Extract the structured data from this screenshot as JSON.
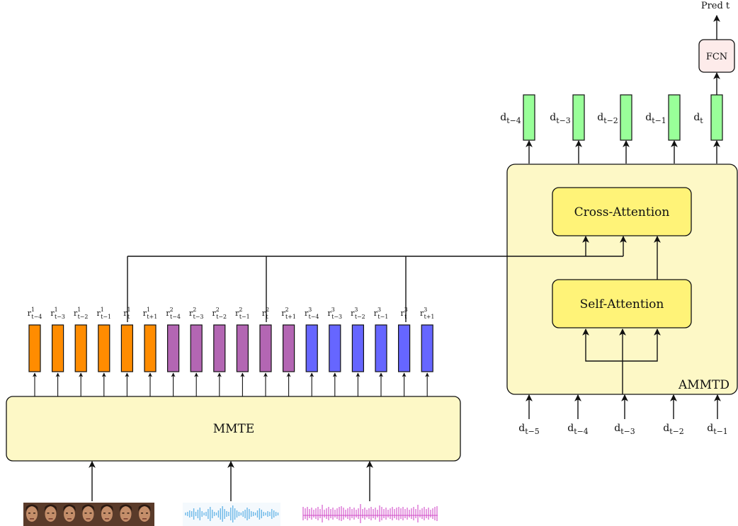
{
  "colors": {
    "orange": "#ff8c00",
    "purple": "#b366b3",
    "blue": "#6666ff",
    "green": "#99ff99",
    "panel_fill": "#fdf8c6",
    "attention_fill": "#fff378",
    "fcn_fill": "#fdebea",
    "audio_wave": "#6ab7e8",
    "other_wave": "#d04cc8",
    "face_strip": "#5a3b2a"
  },
  "icons": {
    "video": "video-frames-icon",
    "audio": "audio-waveform-icon",
    "third_modality": "signal-waveform-icon"
  },
  "mmte": {
    "label": "MMTE"
  },
  "ammtd": {
    "label": "AMMTD",
    "self_attention_label": "Self-Attention",
    "cross_attention_label": "Cross-Attention"
  },
  "fcn": {
    "label": "FCN"
  },
  "prediction": {
    "label": "Pred t"
  },
  "representations": [
    {
      "base": "r",
      "sup": "1",
      "sub": "t−4",
      "modality": 1,
      "selected": false
    },
    {
      "base": "r",
      "sup": "1",
      "sub": "t−3",
      "modality": 1,
      "selected": false
    },
    {
      "base": "r",
      "sup": "1",
      "sub": "t−2",
      "modality": 1,
      "selected": false
    },
    {
      "base": "r",
      "sup": "1",
      "sub": "t−1",
      "modality": 1,
      "selected": false
    },
    {
      "base": "r",
      "sup": "1",
      "sub": "t",
      "modality": 1,
      "selected": true
    },
    {
      "base": "r",
      "sup": "1",
      "sub": "t+1",
      "modality": 1,
      "selected": false
    },
    {
      "base": "r",
      "sup": "2",
      "sub": "t−4",
      "modality": 2,
      "selected": false
    },
    {
      "base": "r",
      "sup": "2",
      "sub": "t−3",
      "modality": 2,
      "selected": false
    },
    {
      "base": "r",
      "sup": "2",
      "sub": "t−2",
      "modality": 2,
      "selected": false
    },
    {
      "base": "r",
      "sup": "2",
      "sub": "t−1",
      "modality": 2,
      "selected": false
    },
    {
      "base": "r",
      "sup": "2",
      "sub": "t",
      "modality": 2,
      "selected": true
    },
    {
      "base": "r",
      "sup": "2",
      "sub": "t+1",
      "modality": 2,
      "selected": false
    },
    {
      "base": "r",
      "sup": "3",
      "sub": "t−4",
      "modality": 3,
      "selected": false
    },
    {
      "base": "r",
      "sup": "3",
      "sub": "t−3",
      "modality": 3,
      "selected": false
    },
    {
      "base": "r",
      "sup": "3",
      "sub": "t−2",
      "modality": 3,
      "selected": false
    },
    {
      "base": "r",
      "sup": "3",
      "sub": "t−1",
      "modality": 3,
      "selected": false
    },
    {
      "base": "r",
      "sup": "3",
      "sub": "t",
      "modality": 3,
      "selected": true
    },
    {
      "base": "r",
      "sup": "3",
      "sub": "t+1",
      "modality": 3,
      "selected": false
    }
  ],
  "decoder_inputs": [
    {
      "base": "d",
      "sub": "t−5"
    },
    {
      "base": "d",
      "sub": "t−4"
    },
    {
      "base": "d",
      "sub": "t−3"
    },
    {
      "base": "d",
      "sub": "t−2"
    },
    {
      "base": "d",
      "sub": "t−1"
    }
  ],
  "decoder_outputs": [
    {
      "base": "d",
      "sub": "t−4"
    },
    {
      "base": "d",
      "sub": "t−3"
    },
    {
      "base": "d",
      "sub": "t−2"
    },
    {
      "base": "d",
      "sub": "t−1"
    },
    {
      "base": "d",
      "sub": "t"
    }
  ]
}
